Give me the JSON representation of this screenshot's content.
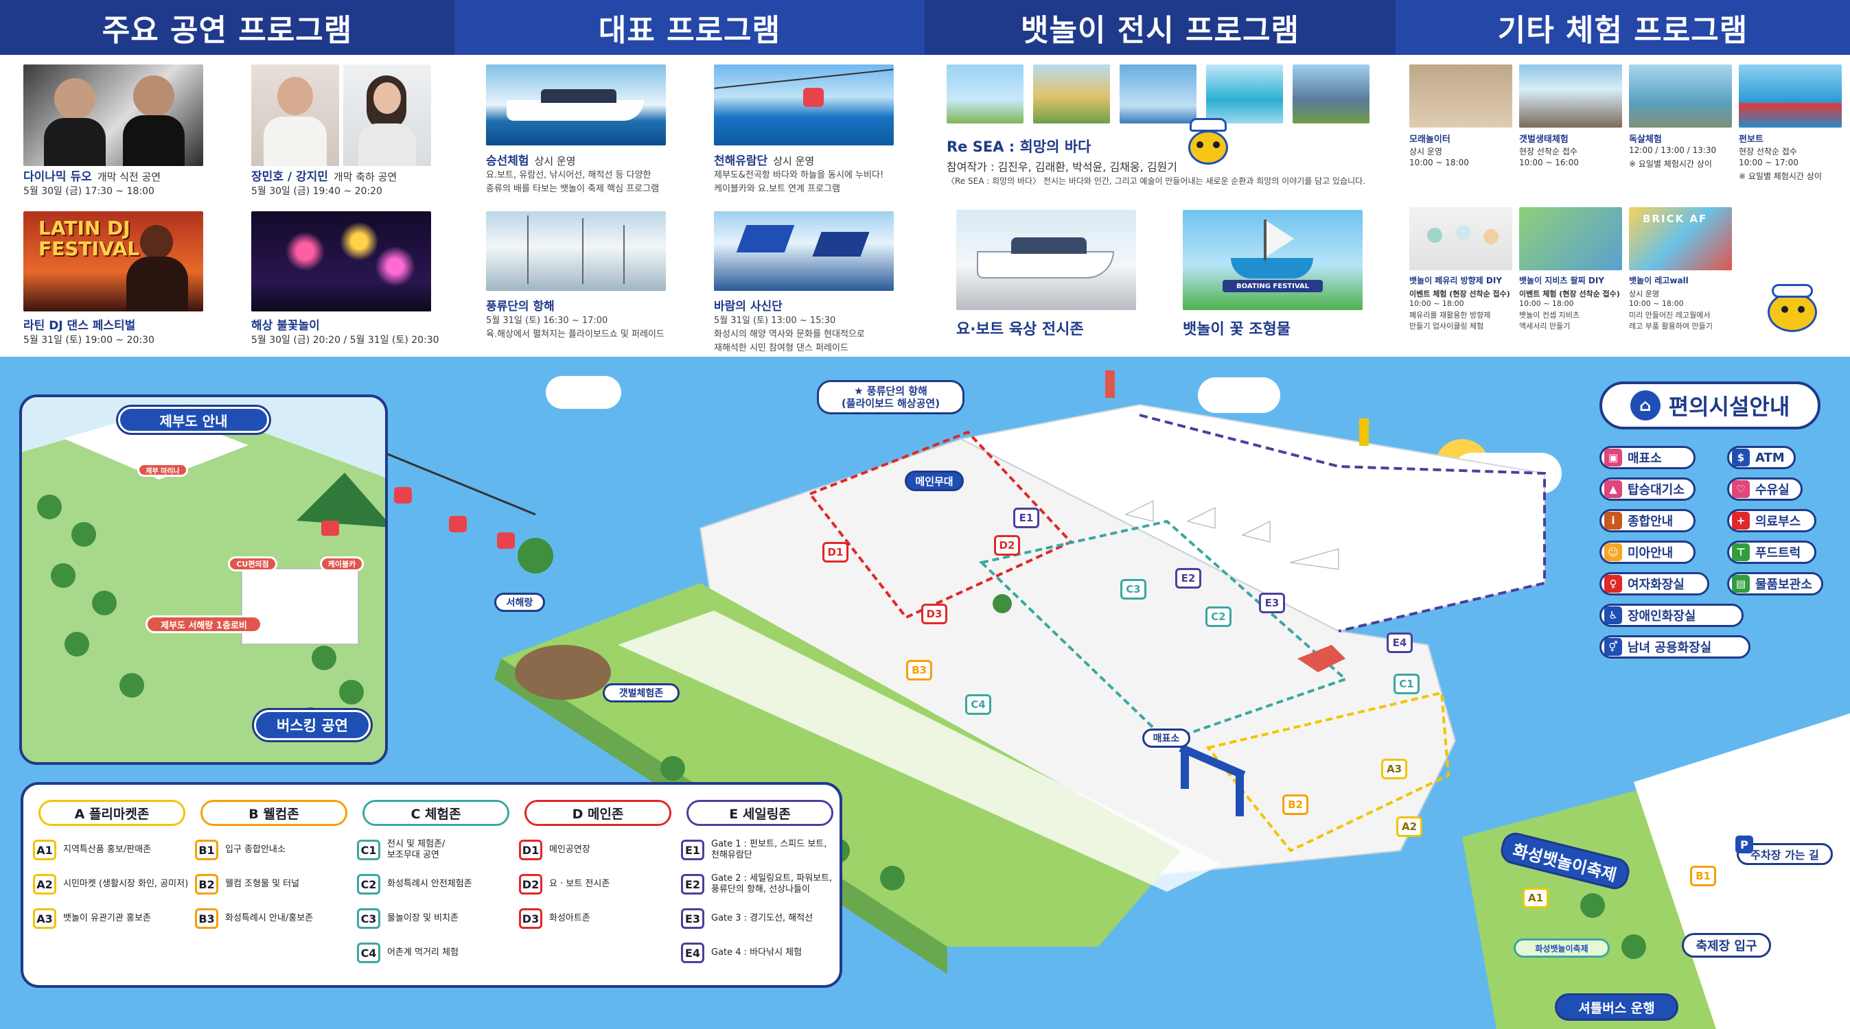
{
  "header": {
    "sec1": "주요 공연 프로그램",
    "sec2": "대표 프로그램",
    "sec3": "뱃놀이 전시 프로그램",
    "sec4": "기타 체험 프로그램"
  },
  "performances": [
    {
      "title": "다이나믹 듀오",
      "sub": "개막 식전 공연",
      "time": "5월 30일 (금) 17:30 ~ 18:00"
    },
    {
      "title": "장민호 / 강지민",
      "sub": "개막 축하 공연",
      "time": "5월 30일 (금) 19:40 ~ 20:20"
    },
    {
      "title": "라틴 DJ 댄스 페스티벌",
      "sub": "",
      "time": "5월 31일 (토) 19:00 ~ 20:30",
      "poster": "LATIN DJ\nFESTIVAL"
    },
    {
      "title": "해상 불꽃놀이",
      "sub": "",
      "time": "5월 30일 (금) 20:20 / 5월 31일 (토) 20:30"
    }
  ],
  "representative": [
    {
      "title": "승선체험",
      "sub": "상시 운영",
      "desc": "요.보트, 유람선, 낚시어선, 해적선 등 다양한\n종류의 배를 타보는 뱃놀이 축제 핵심 프로그램"
    },
    {
      "title": "천해유람단",
      "sub": "상시 운영",
      "desc": "제부도&전곡항 바다와 하늘을 동시에 누비다!\n케이블카와 요.보트 연계 프로그램"
    },
    {
      "title": "풍류단의 항해",
      "sub": "",
      "desc": "5월 31일 (토) 16:30 ~ 17:00\n육.해상에서 펼쳐지는 플라이보드쇼 및 퍼레이드"
    },
    {
      "title": "바람의 사신단",
      "sub": "",
      "desc": "5월 31일 (토) 13:00 ~ 15:30\n화성시의 해양 역사와 문화를 현대적으로\n재해석한 시민 참여형 댄스 퍼레이드"
    }
  ],
  "exhibit": {
    "title": "Re SEA : 희망의 바다",
    "artists": "참여작가 : 김진우, 김래환, 박석윤, 김채웅, 김원기",
    "desc": "〈Re SEA : 희망의 바다〉 전시는 바다와 인간, 그리고 예술이 만들어내는 새로운 순환과 희망의 이야기를 담고 있습니다.",
    "boat_show": "요·보트 육상 전시존",
    "flower_boat": "뱃놀이 꽃 조형물",
    "flower_banner": "BOATING FESTIVAL"
  },
  "other": [
    {
      "title": "모래놀이터",
      "l1": "상시 운영",
      "l2": "10:00 ~ 18:00",
      "l3": ""
    },
    {
      "title": "갯벌생태체험",
      "l1": "현장 선착순 접수",
      "l2": "10:00 ~ 16:00",
      "l3": ""
    },
    {
      "title": "독살체험",
      "l1": "12:00 / 13:00 / 13:30",
      "l2": "※ 요일별 체험시간 상이",
      "l3": ""
    },
    {
      "title": "펀보트",
      "l1": "현장 선착순 접수",
      "l2": "10:00 ~ 17:00",
      "l3": "※ 요일별 체험시간 상이"
    },
    {
      "title": "뱃놀이 페유리 방향제 DIY",
      "l1": "이벤트 체험 (현장 선착순 접수)",
      "l2": "10:00 ~ 18:00",
      "l3": "폐유리를 재활용한 방향제\n만들기 업사이클링 체험"
    },
    {
      "title": "뱃놀이 지비츠 팔찌 DIY",
      "l1": "이벤트 체험 (현장 선착순 접수)",
      "l2": "10:00 ~ 18:00",
      "l3": "뱃놀이 컨셉 지비츠\n액세서리 만들기"
    },
    {
      "title": "뱃놀이 레고wall",
      "l1": "상시 운영",
      "l2": "10:00 ~ 18:00",
      "l3": "미리 만들어진 레고월에서\n레고 부품 활용하여 만들기"
    }
  ],
  "other_lego_sign": "BRICK AF",
  "inset": {
    "title": "제부도 안내",
    "busking": "버스킹 공연",
    "lobby": "제부도 서해랑 1층로비",
    "label_cu": "CU편의점",
    "label_cable": "케이블카",
    "label_jebu": "제부 마리나"
  },
  "map_labels": {
    "flyboard": "★ 풍류단의 항해\n(플라이보드 해상공연)",
    "main_stage": "메인무대",
    "seohaerang": "서해랑",
    "mudflat": "갯벌체험존",
    "ticket": "매표소",
    "festival_sign": "화성뱃놀이축제",
    "parking": "주차장 가는 길",
    "entrance": "축제장 입구",
    "shuttle": "셔틀버스 운행",
    "gate_logo": "화성뱃놀이축제"
  },
  "facilities": {
    "title": "편의시설안내",
    "items": [
      {
        "label": "매표소",
        "icon": "ticket-icon",
        "color": "#e0457b"
      },
      {
        "label": "ATM",
        "icon": "atm-icon",
        "color": "#1f4fb5"
      },
      {
        "label": "탑승대기소",
        "icon": "boarding-icon",
        "color": "#e0457b"
      },
      {
        "label": "수유실",
        "icon": "nursing-icon",
        "color": "#e0457b"
      },
      {
        "label": "종합안내",
        "icon": "info-icon",
        "color": "#c8581b"
      },
      {
        "label": "의료부스",
        "icon": "medical-icon",
        "color": "#e02828"
      },
      {
        "label": "미아안내",
        "icon": "lost-child-icon",
        "color": "#f5a623"
      },
      {
        "label": "푸드트럭",
        "icon": "food-truck-icon",
        "color": "#2e9e3e"
      },
      {
        "label": "여자화장실",
        "icon": "women-restroom-icon",
        "color": "#e02828"
      },
      {
        "label": "물품보관소",
        "icon": "locker-icon",
        "color": "#2e9e3e"
      },
      {
        "label": "장애인화장실",
        "icon": "accessible-restroom-icon",
        "color": "#1f4fb5"
      },
      {
        "label": "남녀 공용화장실",
        "icon": "restroom-icon",
        "color": "#1f4fb5"
      }
    ]
  },
  "legend": {
    "A": {
      "head": "A 플리마켓존",
      "color": "#f2c400",
      "rows": [
        {
          "code": "A1",
          "text": "지역특산품 홍보/판매존"
        },
        {
          "code": "A2",
          "text": "시민마켓 (생활시장 화인, 공미저)"
        },
        {
          "code": "A3",
          "text": "뱃놀이 유관기관 홍보존"
        }
      ]
    },
    "B": {
      "head": "B 웰컴존",
      "color": "#f5a000",
      "rows": [
        {
          "code": "B1",
          "text": "입구 종합안내소"
        },
        {
          "code": "B2",
          "text": "웰컴 조형물 및 터널"
        },
        {
          "code": "B3",
          "text": "화성특례시 안내/홍보존"
        }
      ]
    },
    "C": {
      "head": "C 체험존",
      "color": "#3aa7a1",
      "rows": [
        {
          "code": "C1",
          "text": "전시 및 체험존/\n보조무대 공연"
        },
        {
          "code": "C2",
          "text": "화성특례시 안전체험존"
        },
        {
          "code": "C3",
          "text": "물놀이장 및 비치존"
        },
        {
          "code": "C4",
          "text": "어촌계 먹거리 체험"
        }
      ]
    },
    "D": {
      "head": "D 메인존",
      "color": "#e02828",
      "rows": [
        {
          "code": "D1",
          "text": "메인공연장"
        },
        {
          "code": "D2",
          "text": "요 · 보트 전시존"
        },
        {
          "code": "D3",
          "text": "화성아트존"
        }
      ]
    },
    "E": {
      "head": "E 세일링존",
      "color": "#4a3f9e",
      "rows": [
        {
          "code": "E1",
          "text": "Gate 1 : 펀보트, 스피드 보트,\n천해유람단"
        },
        {
          "code": "E2",
          "text": "Gate 2 : 세일링요트, 파워보트,\n풍류단의 항해, 선상나들이"
        },
        {
          "code": "E3",
          "text": "Gate 3 : 경기도선, 해적선"
        },
        {
          "code": "E4",
          "text": "Gate 4 : 바다낚시 체험"
        }
      ]
    }
  },
  "zone_markers": [
    "D1",
    "D2",
    "D3",
    "E1",
    "E2",
    "E3",
    "E4",
    "C1",
    "C2",
    "C3",
    "C4",
    "B1",
    "B2",
    "B3",
    "A1",
    "A2",
    "A3"
  ]
}
